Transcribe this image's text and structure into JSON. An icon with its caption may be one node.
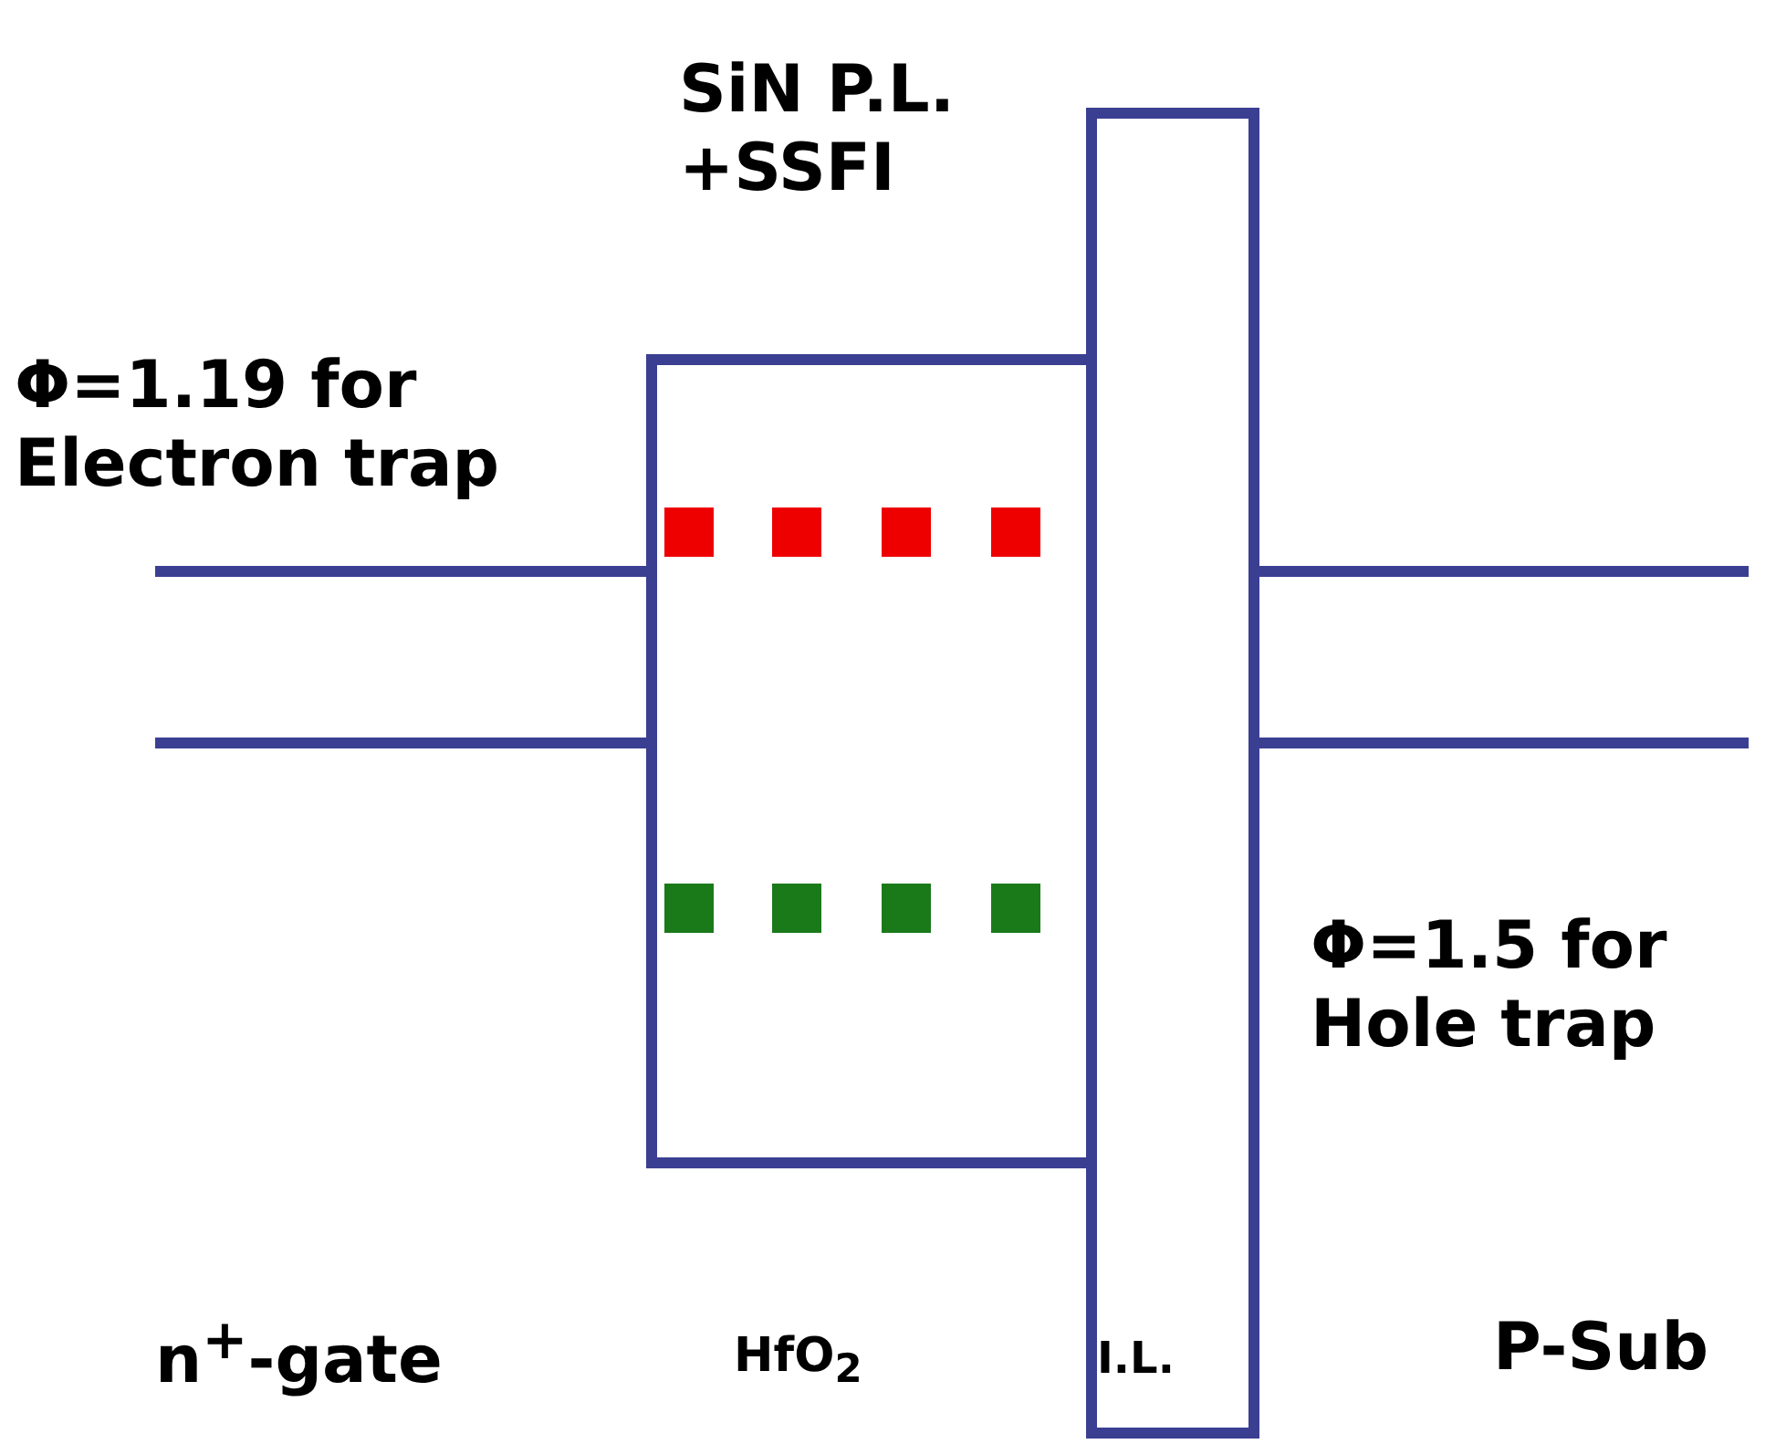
{
  "diagram": {
    "labels": [
      "SiN P.L. +SSFI",
      "Φ=1.19 for Electron trap",
      "Φ=1.5 for Hole trap",
      "n$^{+}$-gate",
      "HfO$_{2}$",
      "I.L.",
      "P-Sub"
    ]
  }
}
